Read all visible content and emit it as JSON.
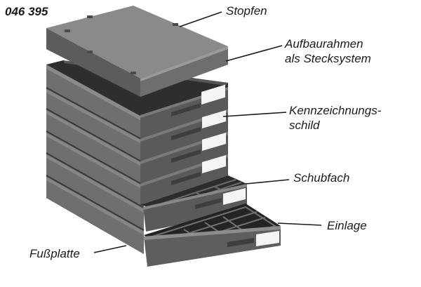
{
  "figure": {
    "part_number": "046 395",
    "labels": {
      "stopfen": "Stopfen",
      "aufbaurahmen_line1": "Aufbaurahmen",
      "aufbaurahmen_line2": "als Stecksystem",
      "kennzeichnung_line1": "Kennzeichnungs-",
      "kennzeichnung_line2": "schild",
      "schubfach": "Schubfach",
      "einlage": "Einlage",
      "fussplatte": "Fußplatte"
    }
  },
  "colors": {
    "frame_dark": "#4a4a4a",
    "frame_mid": "#6b6b6b",
    "frame_light": "#8c8c8c",
    "label_white": "#f4f4f4",
    "ink": "#1a1a1a"
  }
}
